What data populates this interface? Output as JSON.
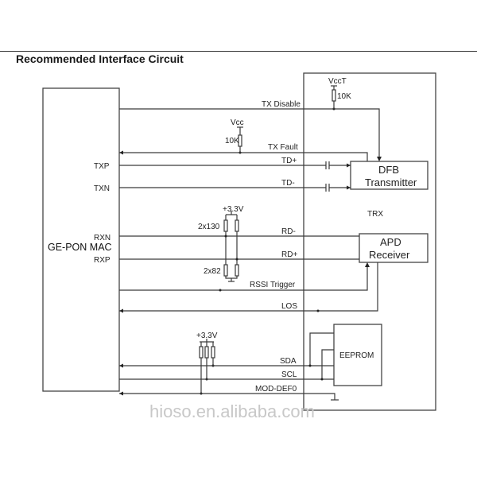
{
  "title": "Recommended Interface Circuit",
  "blocks": {
    "mac": "GE-PON MAC",
    "trx": "TRX",
    "dfb_line1": "DFB",
    "dfb_line2": "Transmitter",
    "apd_line1": "APD",
    "apd_line2": "Receiver",
    "eeprom": "EEPROM"
  },
  "mac_pins": {
    "txp": "TXP",
    "txn": "TXN",
    "rxn": "RXN",
    "rxp": "RXP"
  },
  "signals": {
    "tx_disable": "TX Disable",
    "tx_fault": "TX Fault",
    "td_plus": "TD+",
    "td_minus": "TD-",
    "rd_minus": "RD-",
    "rd_plus": "RD+",
    "rssi_trigger": "RSSI Trigger",
    "los": "LOS",
    "sda": "SDA",
    "scl": "SCL",
    "mod_def0": "MOD-DEF0"
  },
  "components": {
    "vcct_label": "VccT",
    "vcct_resistor": "10K",
    "vcc_label": "Vcc",
    "vcc_resistor": "10K",
    "rx_supply": "+3.3V",
    "rx_pullup": "2x130",
    "rx_pulldown": "2x82",
    "i2c_supply": "+3.3V"
  },
  "watermark": "hioso.en.alibaba.com"
}
